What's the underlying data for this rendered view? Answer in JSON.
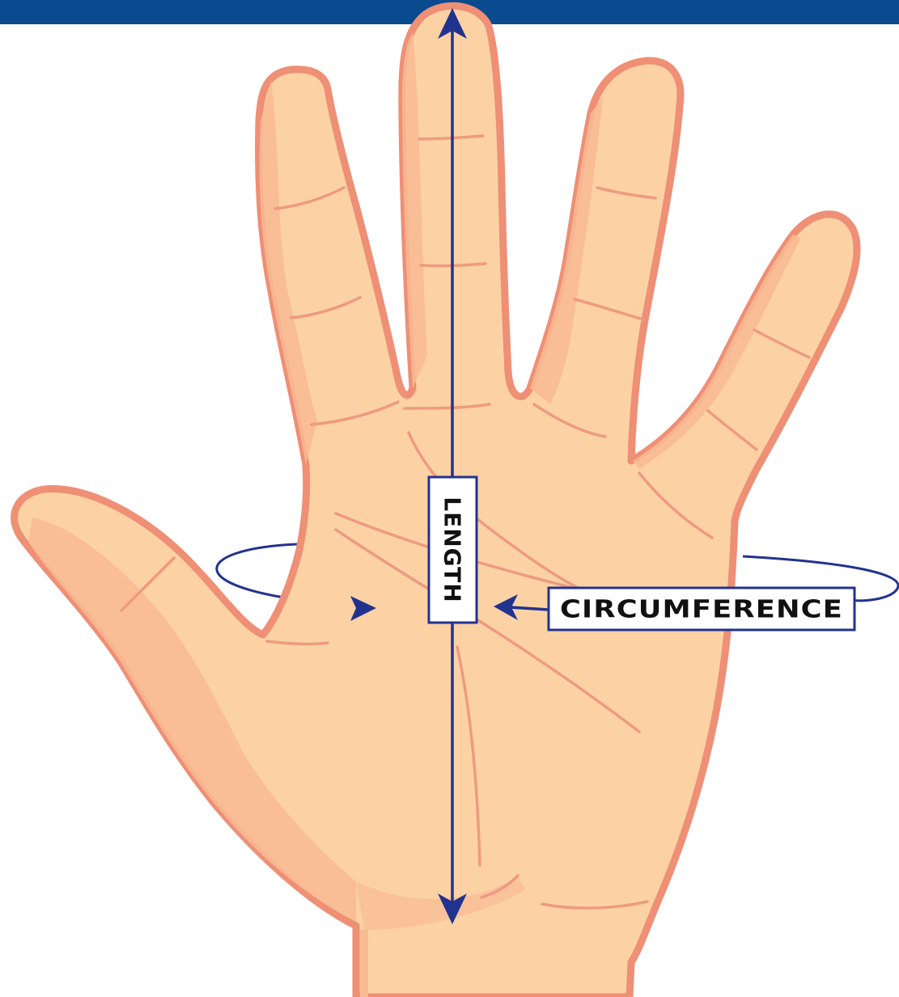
{
  "labels": {
    "length": "LENGTH",
    "circumference": "CIRCUMFERENCE"
  },
  "colors": {
    "header_bar": "#0a4a8f",
    "skin_fill": "#fcd2a4",
    "skin_shadow": "#f8bb94",
    "outline": "#ee8f76",
    "crease": "#ee9a82",
    "arrow": "#22338f",
    "label_box_fill": "#ffffff",
    "label_text": "#111111"
  },
  "icons": {
    "hand": "open-palm-hand",
    "length_arrow": "double-headed-vertical-arrow",
    "circumference_arrow": "elliptical-wrap-arrow"
  }
}
